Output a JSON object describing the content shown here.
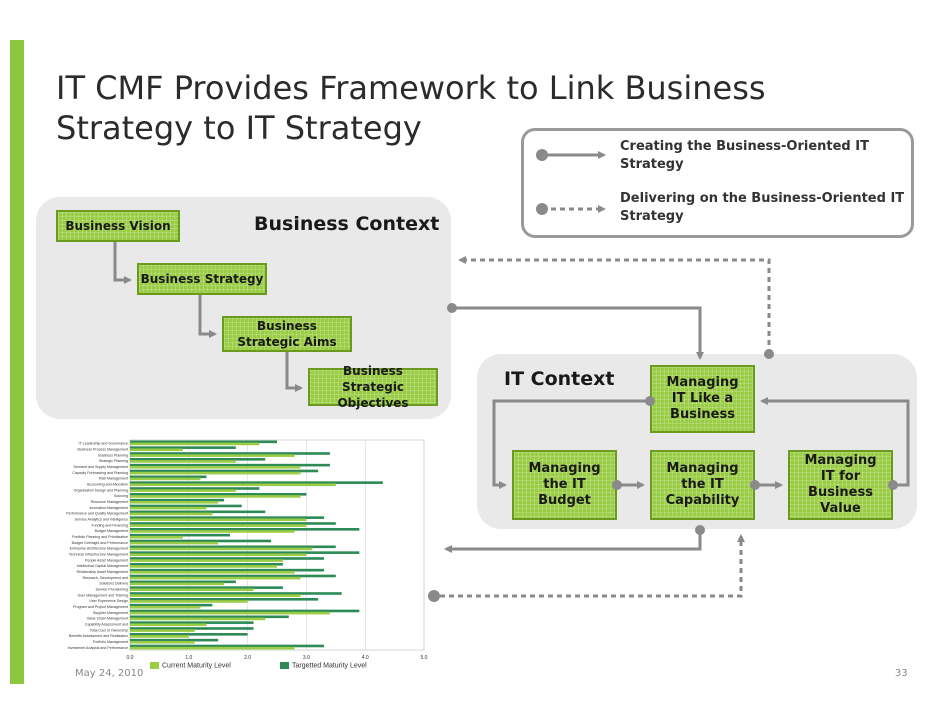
{
  "title": "IT CMF Provides Framework to Link Business Strategy to IT Strategy",
  "legend": {
    "solid_label": "Creating the Business-Oriented IT Strategy",
    "dashed_label": "Delivering on the Business-Oriented IT Strategy"
  },
  "business_context": {
    "title": "Business Context",
    "boxes": [
      "Business Vision",
      "Business Strategy",
      "Business Strategic Aims",
      "Business Strategic Objectives"
    ]
  },
  "it_context": {
    "title": "IT Context",
    "boxes": [
      "Managing IT Like a Business",
      "Managing the IT Budget",
      "Managing the IT Capability",
      "Managing IT for Business Value"
    ]
  },
  "footer": {
    "date": "May 24, 2010",
    "page": "33"
  },
  "colors": {
    "green": "#9acd45",
    "dark_green": "#2e8b57",
    "gray_panel": "#e9e9e9",
    "arrow": "#8a8a8a"
  },
  "chart_data": {
    "type": "bar",
    "orientation": "horizontal",
    "categories": [
      "IT Leadership and Governance",
      "Business Process Management",
      "Business Planning",
      "Strategic Planning",
      "Demand and Supply Management",
      "Capacity Forecasting and Planning",
      "Risk Management",
      "Accounting and Allocation",
      "Organisation Design and Planning",
      "Sourcing",
      "Resource Management",
      "Innovation Management",
      "Performance and Quality Management",
      "Service Analytics and Intelligence",
      "Funding and Financing",
      "Budget Management",
      "Portfolio Planning and Prioritisation",
      "Budget Oversight and Performance",
      "Enterprise Architecture Management",
      "Technical Infrastructure Management",
      "People Asset Management",
      "Intellectual Capital Management",
      "Relationship Asset Management",
      "Research, Development and",
      "Solutions Delivery",
      "Service Provisioning",
      "User Management and Training",
      "User Experience Design",
      "Program and Project Management",
      "Supplier Management",
      "Value Chain Management",
      "Capability Assessment and",
      "Total Cost of Ownership",
      "Benefits Assessment and Realisation",
      "Portfolio Management",
      "Investment Analysis and Performance"
    ],
    "series": [
      {
        "name": "Current Maturity Level",
        "values": [
          2.2,
          0.9,
          2.8,
          1.8,
          2.9,
          2.9,
          1.2,
          3.5,
          1.8,
          2.9,
          1.5,
          1.3,
          1.4,
          3.0,
          3.0,
          2.8,
          0.9,
          1.5,
          3.1,
          3.0,
          2.6,
          2.5,
          2.8,
          2.9,
          1.6,
          2.1,
          2.9,
          2.0,
          1.2,
          3.4,
          2.3,
          1.3,
          1.1,
          1.0,
          1.1,
          2.8
        ]
      },
      {
        "name": "Targetted Maturity Level",
        "values": [
          2.5,
          1.8,
          3.4,
          2.3,
          3.4,
          3.2,
          1.3,
          4.3,
          2.2,
          3.0,
          1.6,
          1.9,
          2.3,
          3.3,
          3.5,
          3.9,
          1.7,
          2.4,
          3.5,
          3.9,
          3.3,
          2.6,
          3.3,
          3.5,
          1.8,
          2.6,
          3.6,
          3.2,
          1.4,
          3.9,
          2.7,
          2.1,
          2.1,
          2.0,
          1.5,
          3.3
        ]
      }
    ],
    "xticks": [
      "0.0",
      "1.0",
      "2.0",
      "3.0",
      "4.0",
      "5.0"
    ],
    "xlim": [
      0,
      5
    ]
  }
}
